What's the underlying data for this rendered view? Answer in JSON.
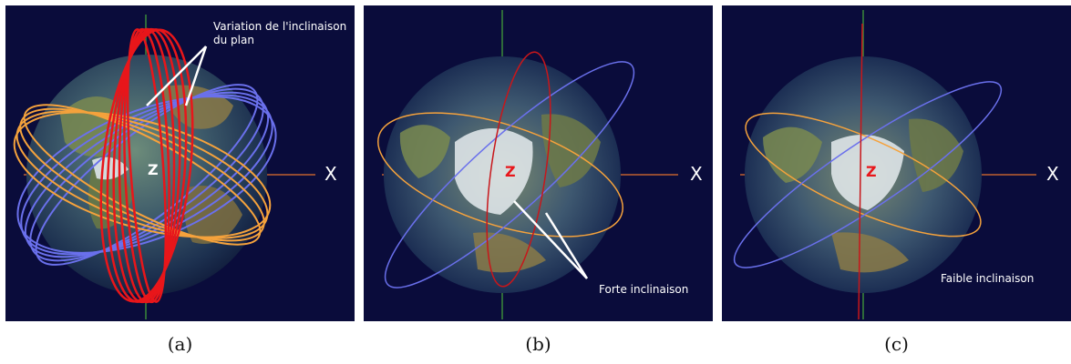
{
  "panels": [
    {
      "id": "a",
      "caption": "(a)",
      "axis_label_x": "X",
      "axis_label_z": "Z",
      "annotation": [
        "Variation de l'inclinaison",
        "du plan"
      ]
    },
    {
      "id": "b",
      "caption": "(b)",
      "axis_label_x": "X",
      "axis_label_z": "Z",
      "annotation": [
        "Forte inclinaison"
      ]
    },
    {
      "id": "c",
      "caption": "(c)",
      "axis_label_x": "X",
      "axis_label_z": "Z",
      "annotation": [
        "Faible inclinaison"
      ]
    }
  ],
  "colors": {
    "background": "#0a0c3b",
    "red_orbit": "#e8161a",
    "orange_orbit": "#f5a23c",
    "blue_orbit": "#6a70ec",
    "axis": "#c06030",
    "z_axis": "#3a8a3a"
  }
}
